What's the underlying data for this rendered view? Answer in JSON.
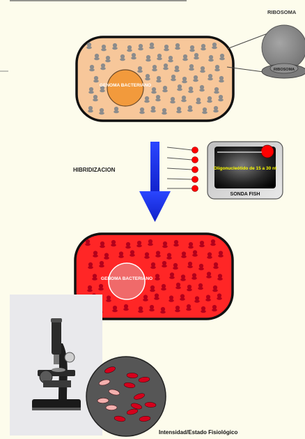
{
  "labels": {
    "ribosoma": "RIBOSOMA",
    "genoma_top": "GENOMA BACTERIANO",
    "hibridizacion": "HIBRIDIZACION",
    "sonda_text": "Oligonucleótido de 15 a 30 nt",
    "sonda_caption": "SONDA FISH",
    "ribosoma_inner": "RIBOSOMA",
    "genoma_bottom": "GENOMA BACTERIANO",
    "footer": "Intensidad/Estado Fisiológico"
  },
  "colors": {
    "page_background": "#fdfcec",
    "cell_unlabeled": "#f7c79a",
    "genome_unlabeled": "#f29a3c",
    "ribosome_unlabeled": "#8c8c8c",
    "cell_labeled": "#ff2626",
    "genome_labeled": "#f06a6a",
    "ribosome_labeled": "#b3001b",
    "arrow": "#1a2ee6",
    "probe_dot": "#ff0000",
    "probe_text": "#ffff00",
    "microscope_bg": "#e9e9ec",
    "view_circle": "#565656"
  },
  "icons": [
    "microscope-icon",
    "ribosome-icon",
    "fluorophore-icon"
  ]
}
